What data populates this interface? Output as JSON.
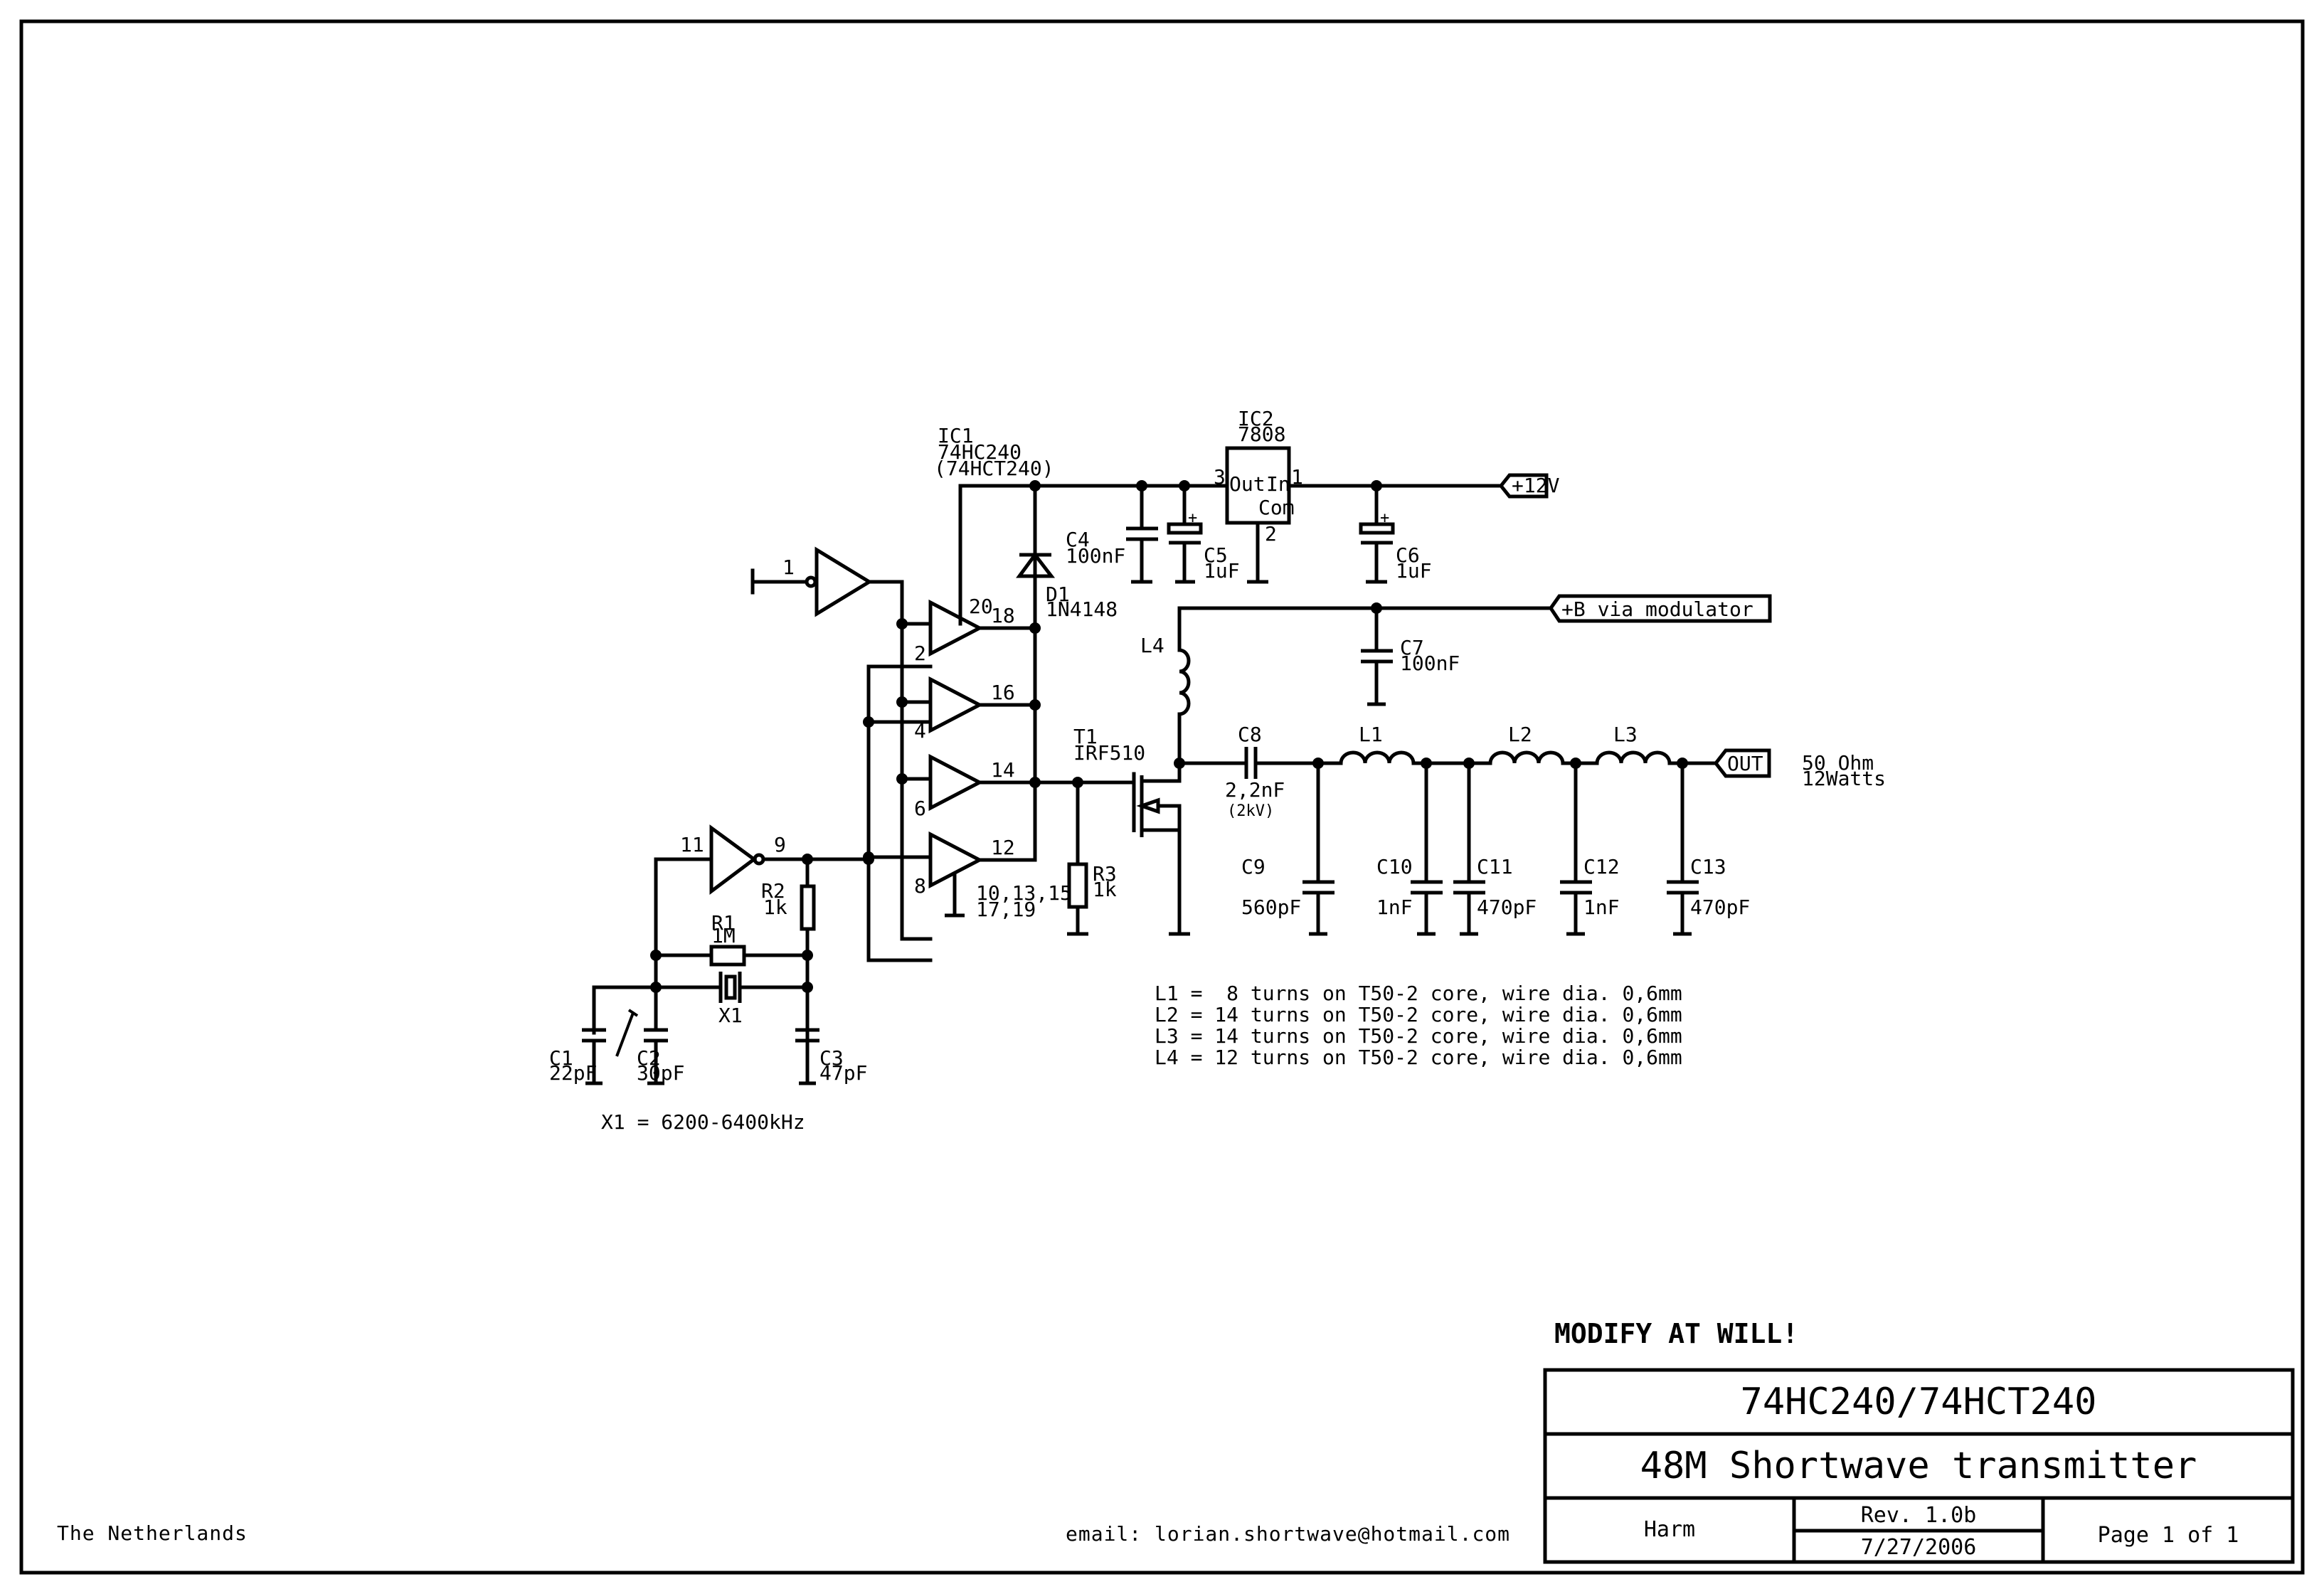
{
  "sheet": {
    "project": "74HC240/74HCT240",
    "title": "48M Shortwave transmitter",
    "author": "Harm",
    "revision": "Rev. 1.0b",
    "date": "7/27/2006",
    "page": "Page 1 of 1",
    "notice": "MODIFY AT WILL!",
    "country": "The Netherlands",
    "email": "email: lorian.shortwave@hotmail.com"
  },
  "components": {
    "ic1": {
      "ref": "IC1",
      "value": "74HC240",
      "alt": "(74HCT240)",
      "pin_vcc": "20",
      "pin_gnd_1": "10,13,15",
      "pin_gnd_2": "17,19"
    },
    "ic2": {
      "ref": "IC2",
      "value": "7808",
      "out": "Out",
      "in": "In",
      "com": "Com",
      "pin_out": "3",
      "pin_in": "1",
      "pin_com": "2"
    },
    "gates": [
      {
        "in_pin": "1"
      },
      {
        "in_pin": "2",
        "out_pin": "18"
      },
      {
        "in_pin": "4",
        "out_pin": "16"
      },
      {
        "in_pin": "6",
        "out_pin": "14"
      },
      {
        "in_pin": "8",
        "out_pin": "12"
      },
      {
        "in_pin": "11",
        "out_pin": "9"
      }
    ],
    "d1": {
      "ref": "D1",
      "value": "1N4148"
    },
    "t1": {
      "ref": "T1",
      "value": "IRF510"
    },
    "r1": {
      "ref": "R1",
      "value": "1M"
    },
    "r2": {
      "ref": "R2",
      "value": "1k"
    },
    "r3": {
      "ref": "R3",
      "value": "1k"
    },
    "x1": {
      "ref": "X1",
      "note": "X1 = 6200-6400kHz"
    },
    "c1": {
      "ref": "C1",
      "value": "22pF"
    },
    "c2": {
      "ref": "C2",
      "value": "30pF"
    },
    "c3": {
      "ref": "C3",
      "value": "47pF"
    },
    "c4": {
      "ref": "C4",
      "value": "100nF"
    },
    "c5": {
      "ref": "C5",
      "value": "1uF"
    },
    "c6": {
      "ref": "C6",
      "value": "1uF"
    },
    "c7": {
      "ref": "C7",
      "value": "100nF"
    },
    "c8": {
      "ref": "C8",
      "value": "2,2nF",
      "rating": "(2kV)"
    },
    "c9": {
      "ref": "C9",
      "value": "560pF"
    },
    "c10": {
      "ref": "C10",
      "value": "1nF"
    },
    "c11": {
      "ref": "C11",
      "value": "470pF"
    },
    "c12": {
      "ref": "C12",
      "value": "1nF"
    },
    "c13": {
      "ref": "C13",
      "value": "470pF"
    },
    "l1": {
      "ref": "L1"
    },
    "l2": {
      "ref": "L2"
    },
    "l3": {
      "ref": "L3"
    },
    "l4": {
      "ref": "L4"
    }
  },
  "ports": {
    "vcc": "+12V",
    "mod": "+B via modulator",
    "out": "OUT",
    "out_note_1": "50 Ohm",
    "out_note_2": "12Watts"
  },
  "coil_notes": [
    "L1 =  8 turns on T50-2 core, wire dia. 0,6mm",
    "L2 = 14 turns on T50-2 core, wire dia. 0,6mm",
    "L3 = 14 turns on T50-2 core, wire dia. 0,6mm",
    "L4 = 12 turns on T50-2 core, wire dia. 0,6mm"
  ]
}
